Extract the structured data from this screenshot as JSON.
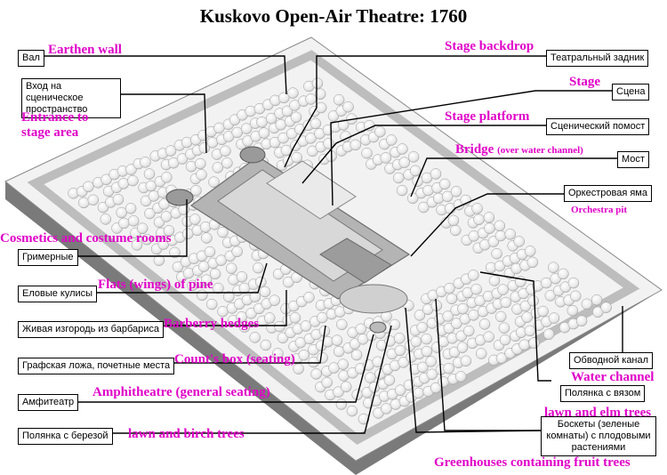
{
  "title": "Kuskovo Open-Air Theatre: 1760",
  "labels": {
    "val_ru": "Вал",
    "val_en": "Earthen wall",
    "entrance_ru": "Вход на сценическое пространство",
    "entrance_en": "Entrance to stage area",
    "backdrop_ru": "Театральный задник",
    "backdrop_en": "Stage backdrop",
    "stage_ru": "Сцена",
    "stage_en": "Stage",
    "platform_ru": "Сценический помост",
    "platform_en": "Stage platform",
    "bridge_ru": "Мост",
    "bridge_en": "Bridge",
    "bridge_note": "(over water channel)",
    "pit_ru": "Оркестровая яма",
    "pit_en": "Orchestra pit",
    "dressing_ru": "Гримерные",
    "dressing_en": "Cosmetics and costume rooms",
    "flats_ru": "Еловые кулисы",
    "flats_en": "Flats (wings) of pine",
    "hedges_ru": "Живая изгородь из барбариса",
    "hedges_en": "Barberry hedges",
    "countbox_ru": "Графская ложа, почетные места",
    "countbox_en": "Count's box (seating)",
    "amphi_ru": "Амфитеатр",
    "amphi_en": "Amphitheatre (general seating)",
    "birch_ru": "Полянка с березой",
    "birch_en": "lawn and birch trees",
    "channel_ru": "Обводной канал",
    "channel_en": "Water channel",
    "elm_ru": "Полянка с вязом",
    "elm_en": "lawn and elm trees",
    "boskets_ru": "Боскеты (зеленые комнаты) с плодовыми растениями",
    "boskets_en": "Greenhouses containing fruit trees"
  },
  "colors": {
    "accent_label": "#e000c8",
    "ground": "#f4f4f4",
    "base_dark": "#7a7a7a",
    "tree_light": "#ffffff",
    "tree_shade": "#c9c9c9",
    "building": "#a8a8a8",
    "leader_line": "#000000"
  }
}
